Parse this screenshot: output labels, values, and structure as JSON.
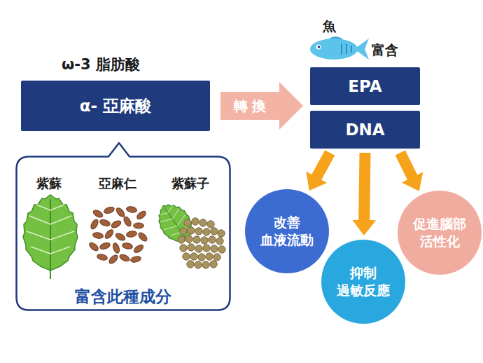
{
  "diagram": {
    "nodes": [
      {
        "text": [
          "ω-3 脂肪酸",
          "α- 亞麻酸"
        ]
      },
      {
        "text": [
          "紫蘇",
          "亞麻仁",
          "紫蘇子",
          "富含此種成分"
        ]
      },
      {
        "text": [
          "EPA"
        ]
      },
      {
        "text": [
          "DNA"
        ]
      },
      {
        "text": [
          "改善 血液流動"
        ]
      },
      {
        "text": [
          "抑制 過敏反應"
        ]
      },
      {
        "text": [
          "促進腦部 活性化"
        ]
      }
    ],
    "edges": [
      {
        "from": 0,
        "to": 2,
        "label": "轉 換",
        "arrow": "to"
      },
      {
        "from": 3,
        "to": 4,
        "arrow": "to"
      },
      {
        "from": 3,
        "to": 5,
        "arrow": "to"
      },
      {
        "from": 3,
        "to": 6,
        "arrow": "to"
      }
    ],
    "labels": [
      "魚",
      "富含"
    ]
  }
}
